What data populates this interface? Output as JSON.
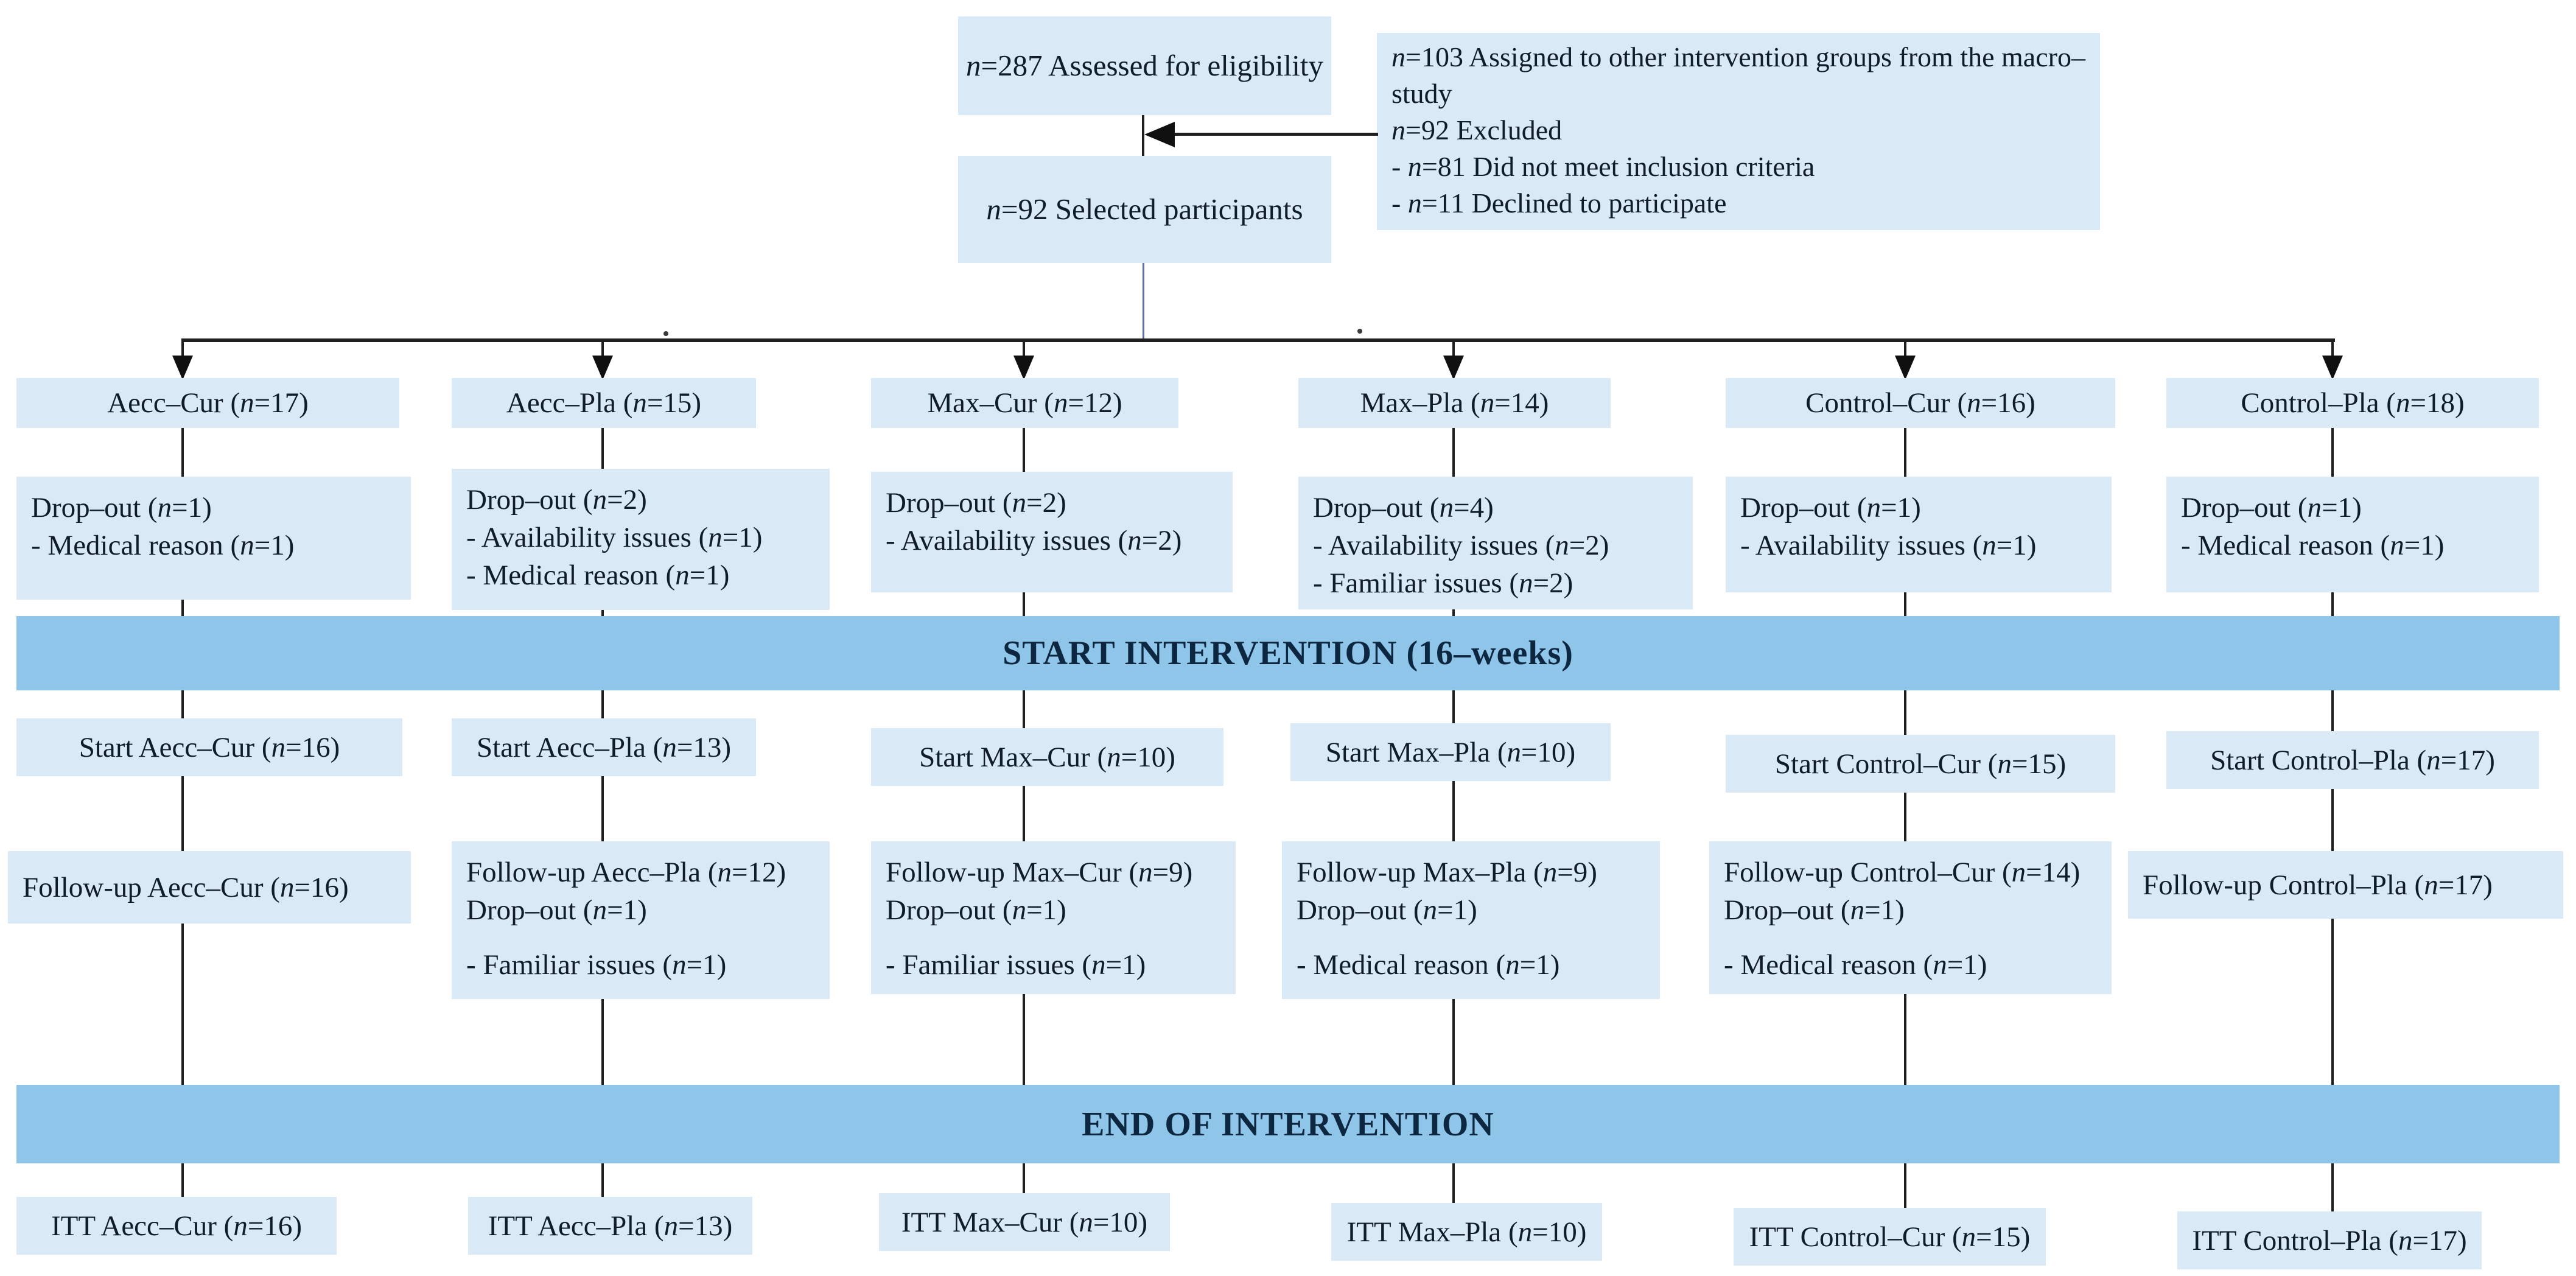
{
  "top": {
    "assessed": "n=287 Assessed for eligibility",
    "selected": "n=92 Selected participants",
    "exclusion_lines": [
      "n=103 Assigned to other intervention groups from the macro–study",
      "n=92 Excluded",
      "- n=81 Did not meet inclusion criteria",
      "- n=11 Declined to participate"
    ]
  },
  "banners": {
    "start": "START INTERVENTION (16–weeks)",
    "end": "END OF INTERVENTION"
  },
  "columns": [
    {
      "group": "Aecc–Cur (n=17)",
      "dropout_lines": [
        "Drop–out (n=1)",
        "- Medical reason (n=1)"
      ],
      "start": "Start Aecc–Cur (n=16)",
      "followup_lines": [
        "Follow-up Aecc–Cur (n=16)"
      ],
      "itt": "ITT Aecc–Cur (n=16)"
    },
    {
      "group": "Aecc–Pla (n=15)",
      "dropout_lines": [
        "Drop–out (n=2)",
        "- Availability issues (n=1)",
        "- Medical reason (n=1)"
      ],
      "start": "Start Aecc–Pla (n=13)",
      "followup_lines": [
        "Follow-up Aecc–Pla (n=12)",
        "Drop–out (n=1)",
        "- Familiar issues (n=1)"
      ],
      "itt": "ITT Aecc–Pla (n=13)"
    },
    {
      "group": "Max–Cur (n=12)",
      "dropout_lines": [
        "Drop–out (n=2)",
        "- Availability issues (n=2)"
      ],
      "start": "Start Max–Cur (n=10)",
      "followup_lines": [
        "Follow-up Max–Cur (n=9)",
        "Drop–out (n=1)",
        "- Familiar issues (n=1)"
      ],
      "itt": "ITT Max–Cur (n=10)"
    },
    {
      "group": "Max–Pla (n=14)",
      "dropout_lines": [
        "Drop–out (n=4)",
        "- Availability issues (n=2)",
        "- Familiar issues (n=2)"
      ],
      "start": "Start Max–Pla (n=10)",
      "followup_lines": [
        "Follow-up Max–Pla (n=9)",
        "Drop–out (n=1)",
        "- Medical reason (n=1)"
      ],
      "itt": "ITT Max–Pla (n=10)"
    },
    {
      "group": "Control–Cur (n=16)",
      "dropout_lines": [
        "Drop–out (n=1)",
        "- Availability issues (n=1)"
      ],
      "start": "Start Control–Cur (n=15)",
      "followup_lines": [
        "Follow-up Control–Cur (n=14)",
        "Drop–out (n=1)",
        "- Medical reason (n=1)"
      ],
      "itt": "ITT Control–Cur (n=15)"
    },
    {
      "group": "Control–Pla (n=18)",
      "dropout_lines": [
        "Drop–out (n=1)",
        "- Medical reason (n=1)"
      ],
      "start": "Start Control–Pla (n=17)",
      "followup_lines": [
        "Follow-up Control–Pla (n=17)"
      ],
      "itt": "ITT Control–Pla (n=17)"
    }
  ],
  "colors": {
    "box_fill": "#d9e9f5",
    "banner_fill": "#8ec5e8",
    "connector": "#1f1f1f",
    "selected_connector": "#5c6bae",
    "text": "#101c28",
    "banner_text": "#0e2740"
  }
}
